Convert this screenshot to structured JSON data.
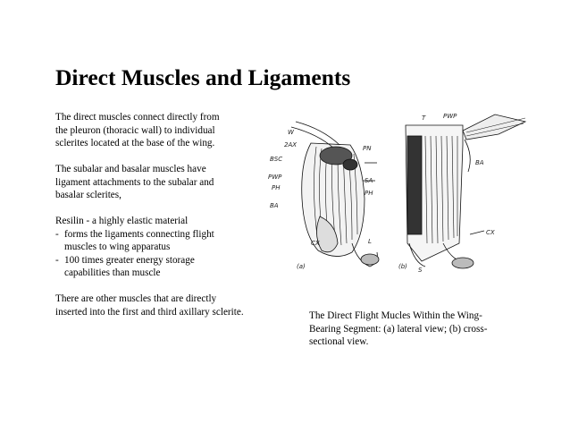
{
  "slide": {
    "title": "Direct Muscles and Ligaments",
    "paragraphs": [
      [
        "The direct muscles connect directly from",
        "the pleuron (thoracic wall) to individual",
        "sclerites located at the base of the wing."
      ],
      [
        "The subalar and basalar muscles have",
        "ligament attachments to the subalar and",
        "basalar sclerites,"
      ]
    ],
    "resilin": {
      "heading": "Resilin  - a highly elastic material",
      "dash": "-",
      "items": [
        [
          "forms the ligaments connecting flight",
          "muscles to wing apparatus"
        ],
        [
          "100 times greater energy storage",
          "capabilities than muscle"
        ]
      ]
    },
    "closing": [
      "There are other muscles that are directly",
      "inserted into the first and third axillary sclerite."
    ],
    "caption": [
      "The Direct Flight Mucles Within the Wing-",
      "Bearing Segment: (a) lateral view; (b) cross-",
      "sectional view."
    ]
  },
  "figure": {
    "labels_a": [
      "W",
      "2AX",
      "BSC",
      "PWP",
      "PH",
      "BA",
      "PN",
      "SA",
      "PH",
      "CX",
      "L",
      "(a)"
    ],
    "labels_b": [
      "T",
      "PWP",
      "BA",
      "CX",
      "(b)",
      "S"
    ]
  }
}
